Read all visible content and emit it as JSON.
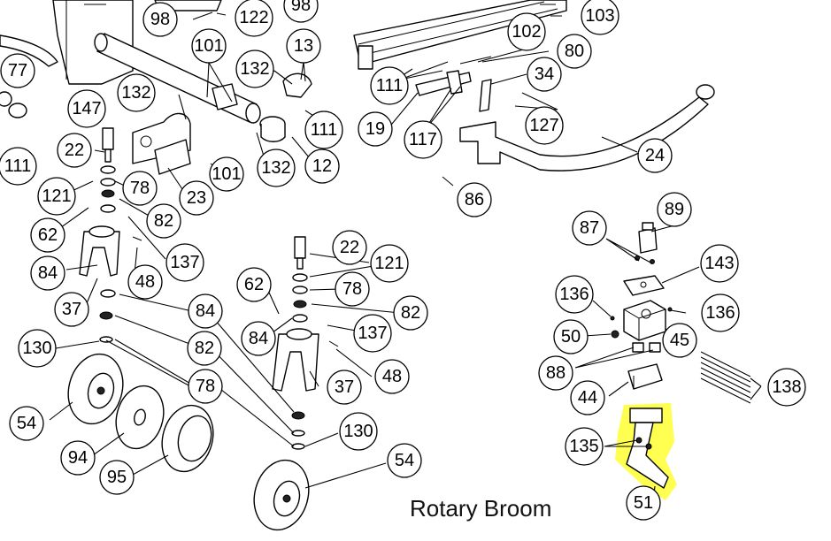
{
  "caption": "Rotary Broom",
  "highlight_color": "#ffff33",
  "callouts": {
    "c98a": "98",
    "c122": "122",
    "c98b": "98",
    "c103": "103",
    "c77": "77",
    "c101a": "101",
    "c13": "13",
    "c102": "102",
    "c80": "80",
    "c147": "147",
    "c132a": "132",
    "c111a": "111",
    "c111b": "111",
    "c34": "34",
    "c132b": "132",
    "c127": "127",
    "c19": "19",
    "c117": "117",
    "c22a": "22",
    "c111c": "111",
    "c101b": "101",
    "c132c": "132",
    "c12": "12",
    "c24": "24",
    "c121a": "121",
    "c78a": "78",
    "c23": "23",
    "c86": "86",
    "c62a": "62",
    "c82a": "82",
    "c89": "89",
    "c87": "87",
    "c137a": "137",
    "c84a": "84",
    "c48a": "48",
    "c22b": "22",
    "c143": "143",
    "c121b": "121",
    "c62b": "62",
    "c78b": "78",
    "c136a": "136",
    "c37a": "37",
    "c84b": "84",
    "c82b": "82",
    "c136b": "136",
    "c130a": "130",
    "c84c": "84",
    "c137b": "137",
    "c50": "50",
    "c45": "45",
    "c82c": "82",
    "c48b": "48",
    "c88": "88",
    "c138": "138",
    "c78c": "78",
    "c37b": "37",
    "c44": "44",
    "c54a": "54",
    "c130b": "130",
    "c94": "94",
    "c135": "135",
    "c95": "95",
    "c54b": "54",
    "c51": "51"
  }
}
